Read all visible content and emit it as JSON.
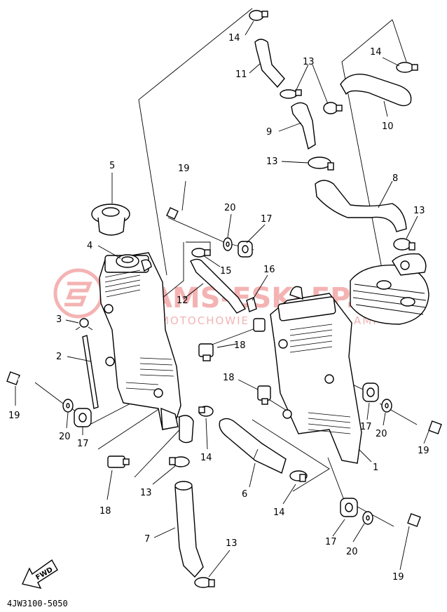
{
  "diagram_code": "4JW3100-5050",
  "fwd_label": "FWD",
  "watermark": {
    "main": "AMS-ESKLEP.",
    "sub": "MOTOCHOWIE",
    "tail": "AMI",
    "color": "#f19a9a"
  },
  "callouts": [
    {
      "id": "c1",
      "label": "1"
    },
    {
      "id": "c2",
      "label": "2"
    },
    {
      "id": "c3",
      "label": "3"
    },
    {
      "id": "c4",
      "label": "4"
    },
    {
      "id": "c5",
      "label": "5"
    },
    {
      "id": "c6",
      "label": "6"
    },
    {
      "id": "c7",
      "label": "7"
    },
    {
      "id": "c8",
      "label": "8"
    },
    {
      "id": "c9",
      "label": "9"
    },
    {
      "id": "c10",
      "label": "10"
    },
    {
      "id": "c11",
      "label": "11"
    },
    {
      "id": "c12",
      "label": "12"
    },
    {
      "id": "c13a",
      "label": "13"
    },
    {
      "id": "c13b",
      "label": "13"
    },
    {
      "id": "c13c",
      "label": "13"
    },
    {
      "id": "c13d",
      "label": "13"
    },
    {
      "id": "c13e",
      "label": "13"
    },
    {
      "id": "c14a",
      "label": "14"
    },
    {
      "id": "c14b",
      "label": "14"
    },
    {
      "id": "c14c",
      "label": "14"
    },
    {
      "id": "c14d",
      "label": "14"
    },
    {
      "id": "c15",
      "label": "15"
    },
    {
      "id": "c16",
      "label": "16"
    },
    {
      "id": "c17a",
      "label": "17"
    },
    {
      "id": "c17b",
      "label": "17"
    },
    {
      "id": "c17c",
      "label": "17"
    },
    {
      "id": "c17d",
      "label": "17"
    },
    {
      "id": "c18a",
      "label": "18"
    },
    {
      "id": "c18b",
      "label": "18"
    },
    {
      "id": "c18c",
      "label": "18"
    },
    {
      "id": "c19a",
      "label": "19"
    },
    {
      "id": "c19b",
      "label": "19"
    },
    {
      "id": "c19c",
      "label": "19"
    },
    {
      "id": "c19d",
      "label": "19"
    },
    {
      "id": "c20a",
      "label": "20"
    },
    {
      "id": "c20b",
      "label": "20"
    },
    {
      "id": "c20c",
      "label": "20"
    },
    {
      "id": "c20d",
      "label": "20"
    }
  ]
}
